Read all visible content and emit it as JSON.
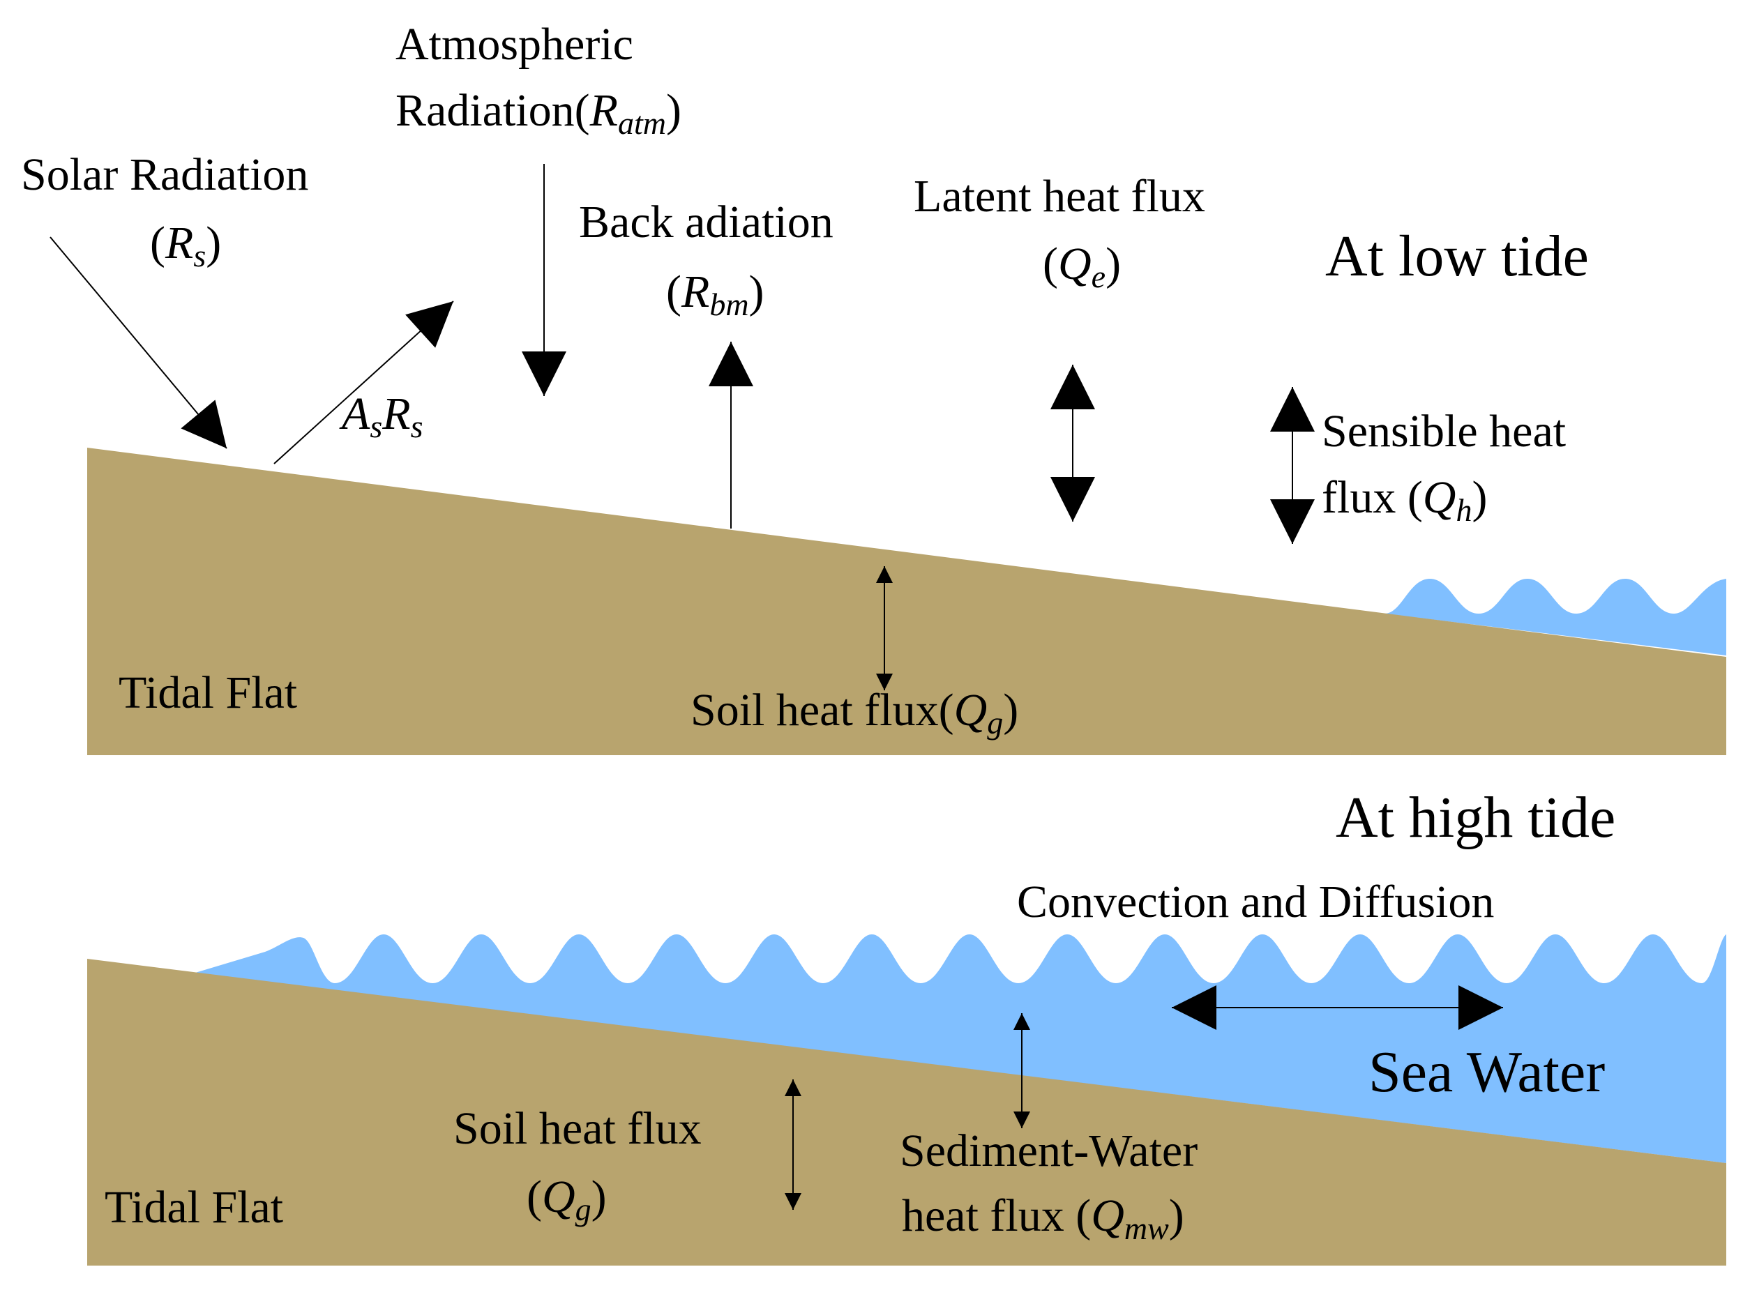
{
  "colors": {
    "sediment": "#b8a46e",
    "water": "#80bfff",
    "ink": "#000000",
    "background": "#ffffff"
  },
  "low_tide": {
    "title": "At low tide",
    "solar": {
      "line1": "Solar Radiation",
      "open": "(",
      "sym": "R",
      "sub": "s",
      "close": ")"
    },
    "atmospheric": {
      "line1": "Atmospheric",
      "line2": "Radiation(",
      "sym": "R",
      "sub": "atm",
      "close": ")"
    },
    "albedo": {
      "sym1": "A",
      "sub1": "s",
      "sym2": "R",
      "sub2": "s"
    },
    "back": {
      "line1": "Back adiation",
      "open": "(",
      "sym": "R",
      "sub": "bm",
      "close": ")"
    },
    "latent": {
      "line1": "Latent heat flux",
      "open": "(",
      "sym": "Q",
      "sub": "e",
      "close": ")"
    },
    "sensible": {
      "line1": "Sensible heat",
      "line2": "flux (",
      "sym": "Q",
      "sub": "h",
      "close": ")"
    },
    "soil": {
      "line1": "Soil heat flux(",
      "sym": "Q",
      "sub": "g",
      "close": ")"
    },
    "ground_label": "Tidal Flat"
  },
  "high_tide": {
    "title": "At high tide",
    "convection": "Convection and Diffusion",
    "sea_label": "Sea Water",
    "soil": {
      "line1": "Soil heat flux",
      "open": "(",
      "sym": "Q",
      "sub": "g",
      "close": ")"
    },
    "sediment_water": {
      "line1": "Sediment-Water",
      "line2": "heat flux (",
      "sym": "Q",
      "sub": "mw",
      "close": ")"
    },
    "ground_label": "Tidal Flat"
  }
}
